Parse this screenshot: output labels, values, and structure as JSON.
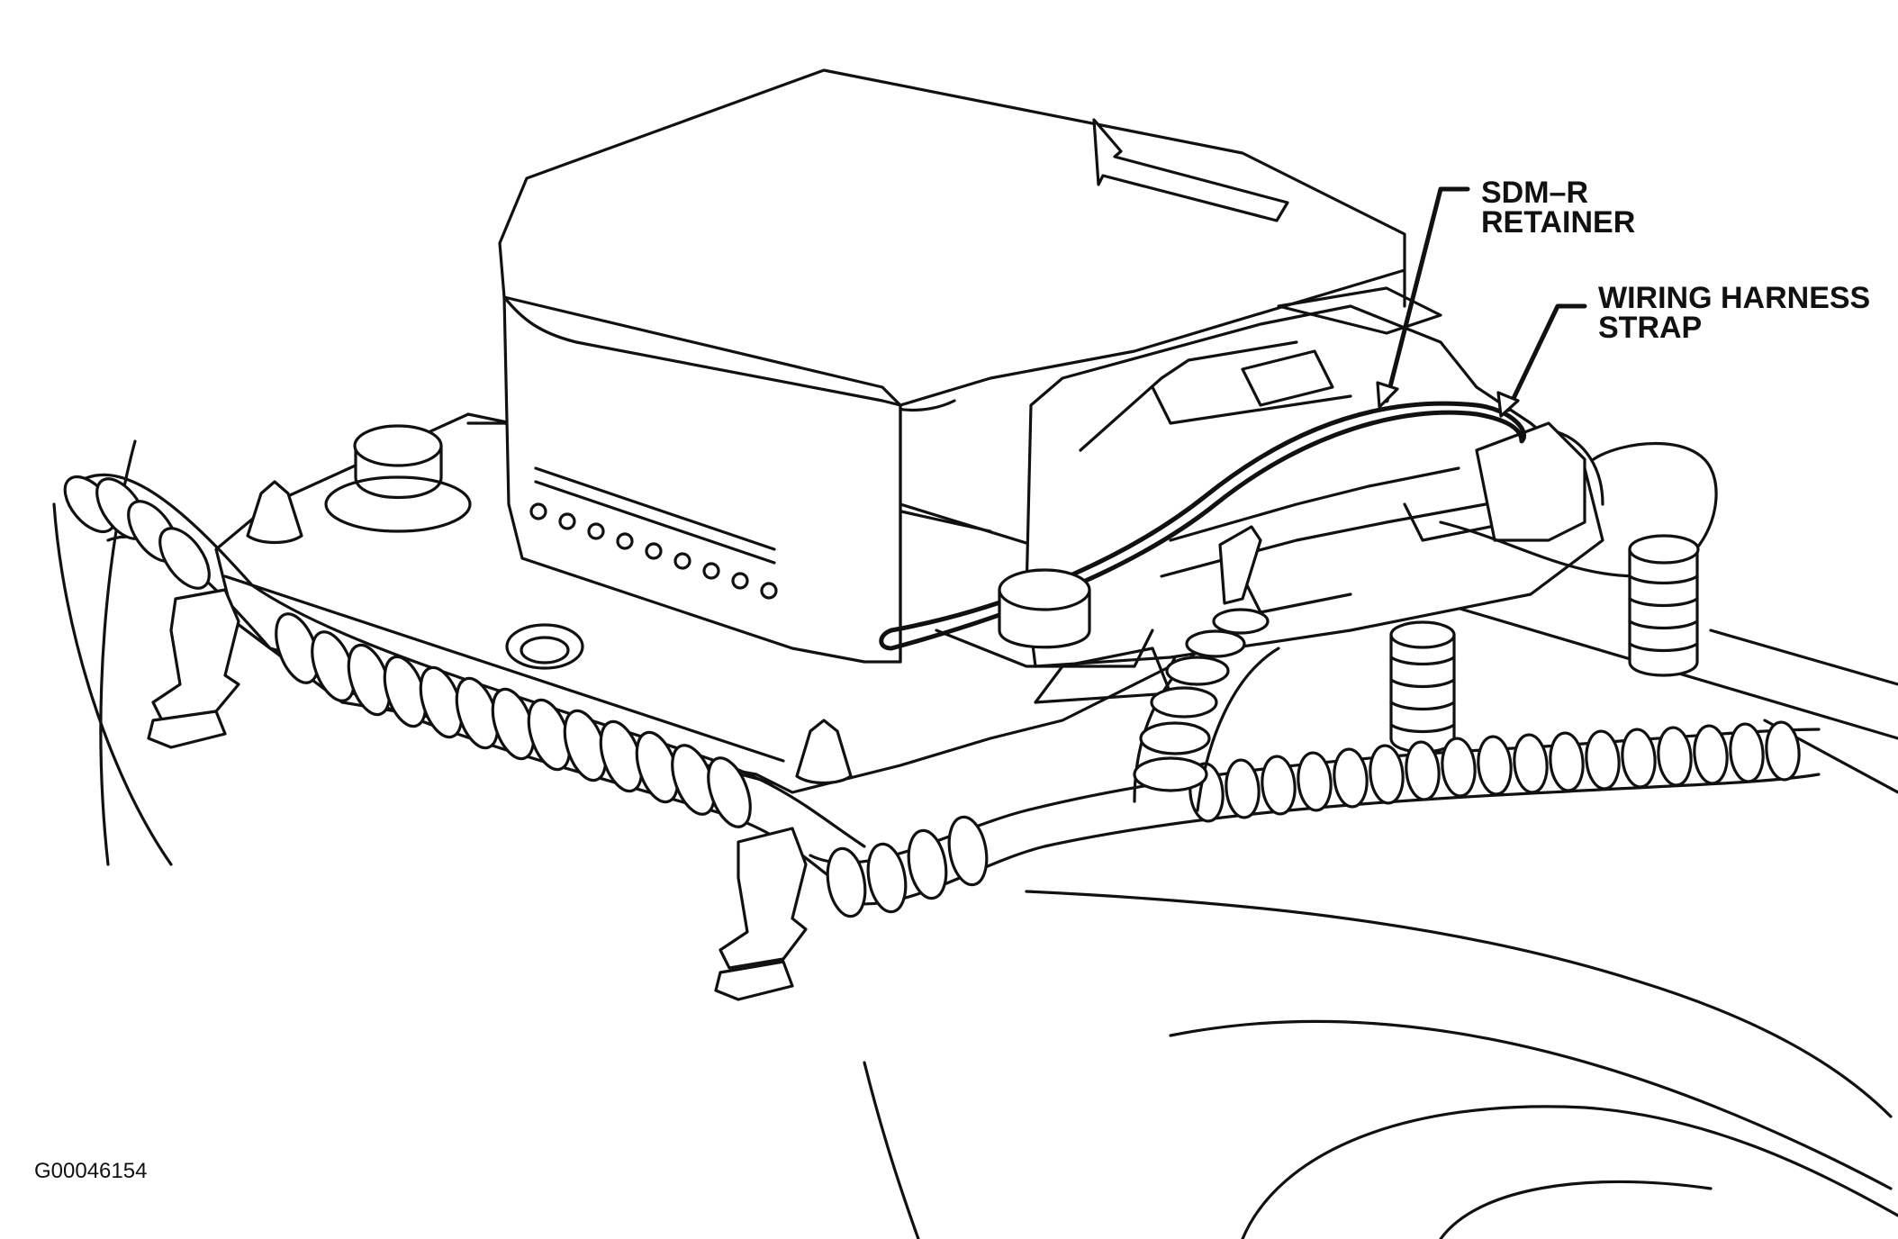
{
  "callouts": {
    "sdm_retainer": {
      "line1": "SDM–R",
      "line2": "RETAINER"
    },
    "wiring_strap": {
      "line1": "WIRING HARNESS",
      "line2": "STRAP"
    }
  },
  "figure_id": "G00046154",
  "colors": {
    "ink": "#111111",
    "paper": "#ffffff"
  }
}
